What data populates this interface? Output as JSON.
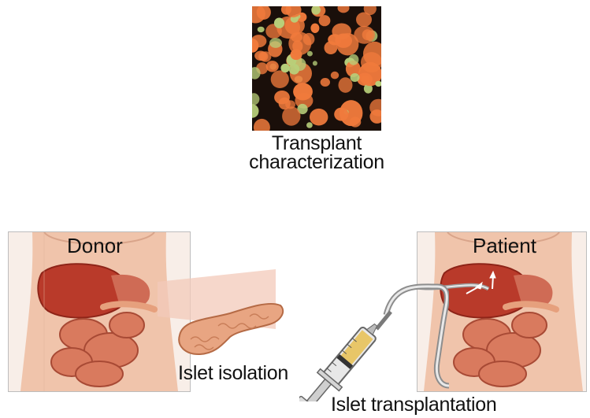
{
  "micrograph": {
    "caption_line1": "Transplant",
    "caption_line2": "characterization"
  },
  "donor_panel": {
    "label": "Donor"
  },
  "patient_panel": {
    "label": "Patient"
  },
  "steps": {
    "isolation": "Islet isolation",
    "transplantation": "Islet transplantation"
  },
  "colors": {
    "skin": "#f2c9b3",
    "liver": "#b93a2a",
    "intestine": "#d97a5e",
    "pancreas": "#e6a07d",
    "islet_orange": "#f07a3c",
    "islet_green": "#b8cf7a",
    "syringe_liquid": "#e8c25a"
  }
}
